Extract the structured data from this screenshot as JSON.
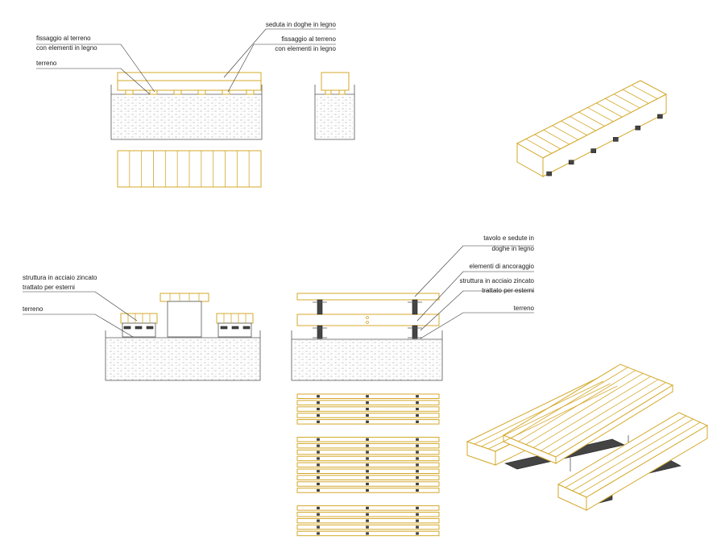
{
  "colors": {
    "wood": "#d4a82a",
    "steel": "#555555",
    "soil": "#9a9a9a",
    "text": "#1a1a1a"
  },
  "bench_section": {
    "labels": {
      "seat": "seduta in doghe in legno",
      "fix_left_1": "fissaggio al terreno",
      "fix_left_2": "con elementi in legno",
      "ground": "terreno",
      "fix_right_1": "fissaggio al terreno",
      "fix_right_2": "con elementi in legno"
    },
    "plan_slats": 12
  },
  "table_section": {
    "labels": {
      "steel_left_1": "struttura in acciaio zincato",
      "steel_left_2": "trattato per esterni",
      "ground_left": "terreno",
      "top_1": "tavolo e sedute in",
      "top_2": "doghe in legno",
      "anchor": "elementi di ancoraggio",
      "steel_right_1": "struttura in acciaio zincato",
      "steel_right_2": "trattato per esterni",
      "ground_right": "terreno"
    },
    "plan_groups": [
      5,
      9,
      5
    ]
  }
}
